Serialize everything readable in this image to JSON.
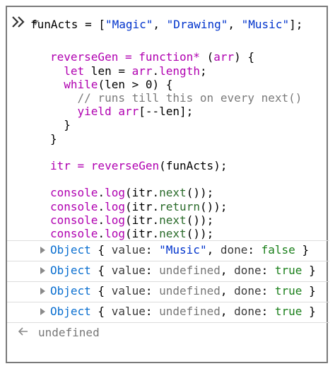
{
  "input": {
    "lines": [
      [
        [
          "funActs = [",
          "c-def"
        ],
        [
          "\"Magic\"",
          "c-str"
        ],
        [
          ", ",
          "c-def"
        ],
        [
          "\"Drawing\"",
          "c-str"
        ],
        [
          ", ",
          "c-def"
        ],
        [
          "\"Music\"",
          "c-str"
        ],
        [
          "];",
          "c-def"
        ]
      ],
      [],
      [
        [
          "reverseGen = ",
          "c-kw"
        ],
        [
          "function*",
          "c-kw"
        ],
        [
          " (",
          "c-def"
        ],
        [
          "arr",
          "c-kw"
        ],
        [
          ") {",
          "c-def"
        ]
      ],
      [
        [
          "  ",
          "c-def"
        ],
        [
          "let",
          "c-kw"
        ],
        [
          " len = ",
          "c-def"
        ],
        [
          "arr",
          "c-kw"
        ],
        [
          ".",
          "c-def"
        ],
        [
          "length",
          "c-kw"
        ],
        [
          ";",
          "c-def"
        ]
      ],
      [
        [
          "  ",
          "c-def"
        ],
        [
          "while",
          "c-kw"
        ],
        [
          "(len > ",
          "c-def"
        ],
        [
          "0",
          "c-def"
        ],
        [
          ") {",
          "c-def"
        ]
      ],
      [
        [
          "    ",
          "c-def"
        ],
        [
          "// runs till this on every next()",
          "c-gr"
        ]
      ],
      [
        [
          "    ",
          "c-def"
        ],
        [
          "yield",
          "c-kw"
        ],
        [
          " ",
          "c-def"
        ],
        [
          "arr",
          "c-kw"
        ],
        [
          "[--len];",
          "c-def"
        ]
      ],
      [
        [
          "  }",
          "c-def"
        ]
      ],
      [
        [
          "}",
          "c-def"
        ]
      ],
      [],
      [
        [
          "itr = ",
          "c-kw"
        ],
        [
          "reverseGen",
          "c-kw"
        ],
        [
          "(funActs);",
          "c-def"
        ]
      ],
      [],
      [
        [
          "console",
          "c-kw"
        ],
        [
          ".",
          "c-def"
        ],
        [
          "log",
          "c-kw"
        ],
        [
          "(itr.",
          "c-def"
        ],
        [
          "next",
          "c-fn"
        ],
        [
          "());",
          "c-def"
        ]
      ],
      [
        [
          "console",
          "c-kw"
        ],
        [
          ".",
          "c-def"
        ],
        [
          "log",
          "c-kw"
        ],
        [
          "(itr.",
          "c-def"
        ],
        [
          "return",
          "c-fn"
        ],
        [
          "());",
          "c-def"
        ]
      ],
      [
        [
          "console",
          "c-kw"
        ],
        [
          ".",
          "c-def"
        ],
        [
          "log",
          "c-kw"
        ],
        [
          "(itr.",
          "c-def"
        ],
        [
          "next",
          "c-fn"
        ],
        [
          "());",
          "c-def"
        ]
      ],
      [
        [
          "console",
          "c-kw"
        ],
        [
          ".",
          "c-def"
        ],
        [
          "log",
          "c-kw"
        ],
        [
          "(itr.",
          "c-def"
        ],
        [
          "next",
          "c-fn"
        ],
        [
          "());",
          "c-def"
        ]
      ]
    ]
  },
  "outputs": [
    {
      "label": "Object",
      "value_key": "value",
      "value": "\"Music\"",
      "value_class": "c-str",
      "done_key": "done",
      "done": "false"
    },
    {
      "label": "Object",
      "value_key": "value",
      "value": "undefined",
      "value_class": "c-und",
      "done_key": "done",
      "done": "true"
    },
    {
      "label": "Object",
      "value_key": "value",
      "value": "undefined",
      "value_class": "c-und",
      "done_key": "done",
      "done": "true"
    },
    {
      "label": "Object",
      "value_key": "value",
      "value": "undefined",
      "value_class": "c-und",
      "done_key": "done",
      "done": "true"
    }
  ],
  "result": {
    "text": "undefined"
  },
  "icons": {
    "prompt": "double-chevron-right-icon",
    "collapse": "triangle-down-icon",
    "expand": "triangle-right-icon",
    "result": "left-arrow-icon"
  }
}
